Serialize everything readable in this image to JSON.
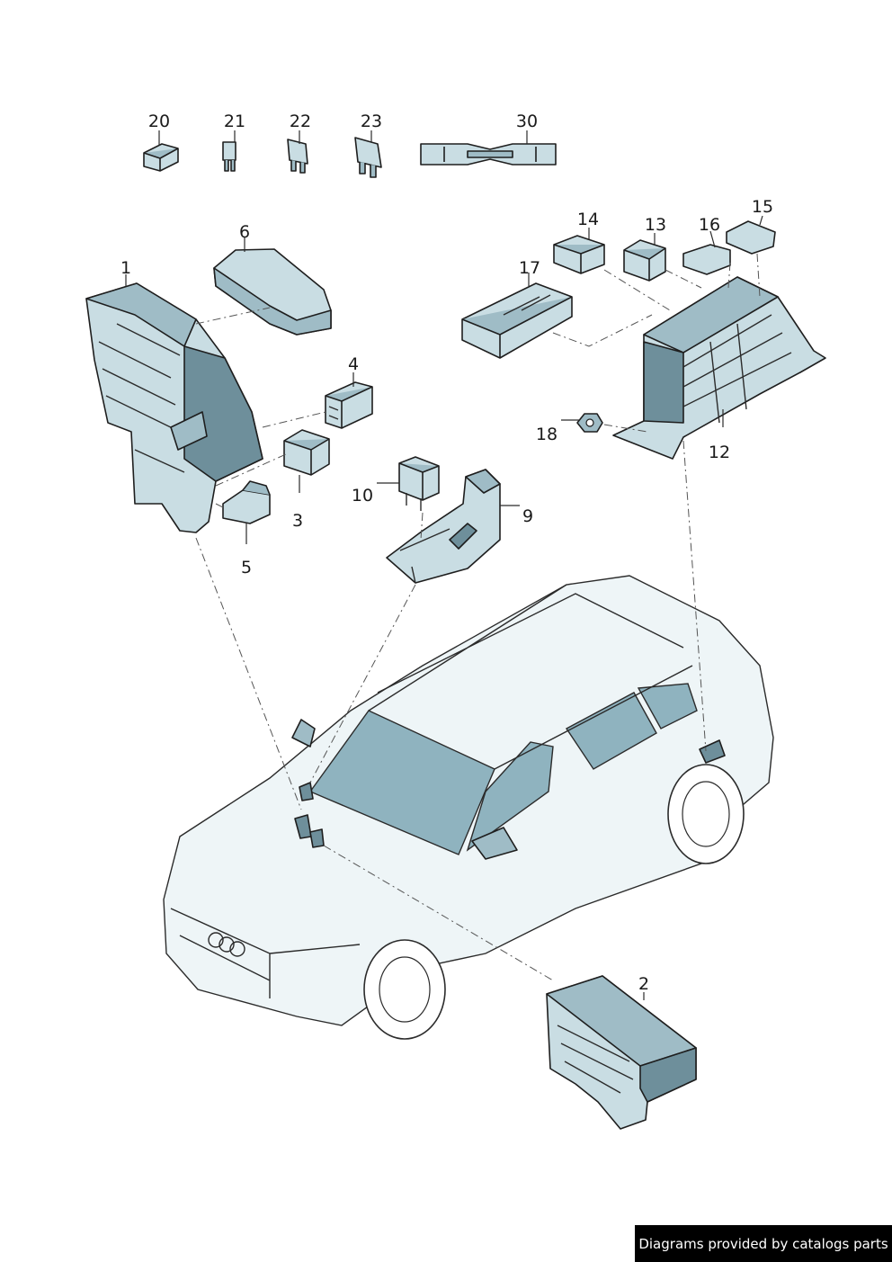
{
  "callouts": {
    "c1": "1",
    "c2": "2",
    "c3": "3",
    "c4": "4",
    "c5": "5",
    "c6": "6",
    "c9": "9",
    "c10": "10",
    "c12": "12",
    "c13": "13",
    "c14": "14",
    "c15": "15",
    "c16": "16",
    "c17": "17",
    "c18": "18",
    "c20": "20",
    "c21": "21",
    "c22": "22",
    "c23": "23",
    "c30": "30"
  },
  "watermark": {
    "text": "Diagrams provided by catalogs parts"
  },
  "colors": {
    "part_light": "#c9dde3",
    "part_mid": "#9fbcc6",
    "part_dark": "#6e8f9b",
    "glass": "#8fb3bf"
  }
}
